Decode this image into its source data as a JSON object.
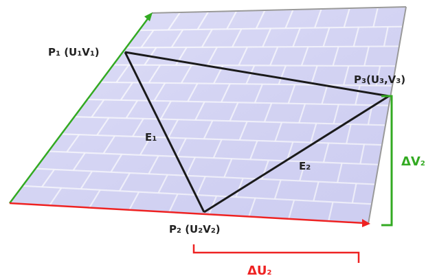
{
  "labels": {
    "p1": {
      "main": "P",
      "i1": "1",
      "mid": " (U",
      "i2": "1",
      "mid2": "V",
      "i3": "1",
      "end": ")"
    },
    "p2": {
      "main": "P",
      "i1": "2",
      "mid": " (U",
      "i2": "2",
      "mid2": "V",
      "i3": "2",
      "end": ")"
    },
    "p3": {
      "main": "P",
      "i1": "3",
      "mid": "(U",
      "i2": "3",
      "mid2": ",V",
      "i3": "3",
      "end": ")"
    },
    "e1": {
      "main": "E",
      "i1": "1"
    },
    "e2": {
      "main": "E",
      "i1": "2"
    },
    "delta_u": {
      "main": "ΔU",
      "i1": "2"
    },
    "delta_v": {
      "main": "ΔV",
      "i1": "2"
    }
  },
  "colors": {
    "texture_fill": "#d7d7f6",
    "brick_mortar": "#ffffff",
    "triangle_edge": "#1a1a1a",
    "u_axis": "#ee2222",
    "v_axis": "#33aa22",
    "plane_border": "#999999",
    "label_text": "#222222"
  }
}
